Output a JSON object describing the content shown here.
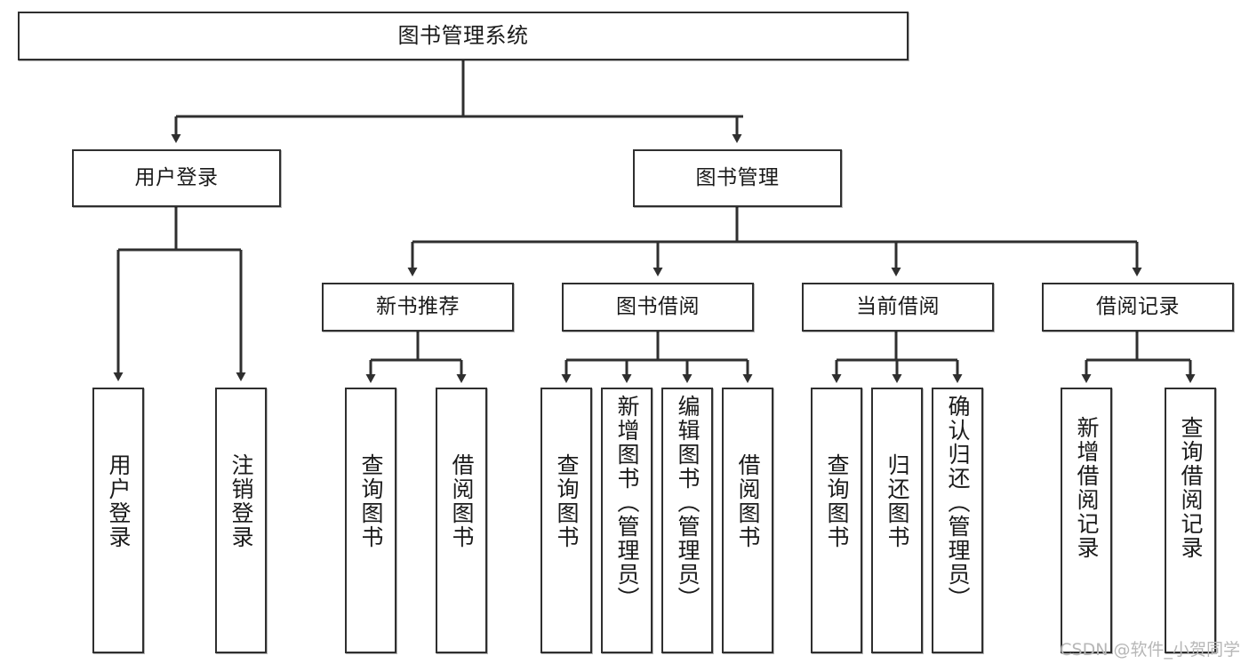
{
  "diagram": {
    "title": "图书管理系统",
    "root": {
      "label": "图书管理系统"
    },
    "level2": [
      {
        "label": "用户登录"
      },
      {
        "label": "图书管理"
      }
    ],
    "level3": [
      {
        "label": "新书推荐"
      },
      {
        "label": "图书借阅"
      },
      {
        "label": "当前借阅"
      },
      {
        "label": "借阅记录"
      }
    ],
    "leaves": {
      "user_login": [
        {
          "label": "用户登录"
        },
        {
          "label": "注销登录"
        }
      ],
      "new_book": [
        {
          "label": "查询图书"
        },
        {
          "label": "借阅图书"
        }
      ],
      "book_borrow": [
        {
          "label": "查询图书"
        },
        {
          "label": "新增图书（管理员）"
        },
        {
          "label": "编辑图书（管理员）"
        },
        {
          "label": "借阅图书"
        }
      ],
      "current_borrow": [
        {
          "label": "查询图书"
        },
        {
          "label": "归还图书"
        },
        {
          "label": "确认归还（管理员）"
        }
      ],
      "borrow_record": [
        {
          "label": "新增借阅记录"
        },
        {
          "label": "查询借阅记录"
        }
      ]
    }
  },
  "watermark": {
    "text": "CSDN @软件_小贺同学"
  },
  "colors": {
    "box_border": "#2f2f2f",
    "box_fill": "#ffffff",
    "edge": "#2f2f2f",
    "text": "#1a1a1a",
    "watermark": "#b7b7b7"
  }
}
